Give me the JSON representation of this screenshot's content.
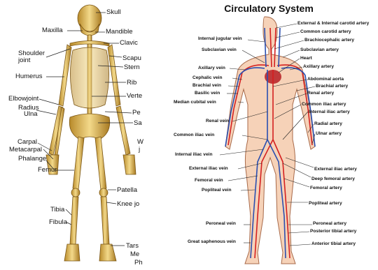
{
  "skeleton": {
    "labels": {
      "skull": "Skull",
      "maxilla": "Maxilla",
      "mandible": "Mandible",
      "clavicle": "Clavic",
      "shoulder_joint": "Shoulder\njoint",
      "scapula": "Scapu",
      "sternum": "Stern",
      "humerus": "Humerus",
      "rib": "Rib",
      "vertebra": "Verte",
      "elbow_joint": "Elbowjoint",
      "radius": "Radius",
      "ulna": "Ulna",
      "pelvis": "Pe",
      "sacrum": "Sa",
      "carpal": "Carpal",
      "metacarpal": "Metacarpal",
      "phalange": "Phalange",
      "w": "W",
      "j": "j",
      "femur": "Femur",
      "patella": "Patella",
      "knee_joint": "Knee jo",
      "tibia": "Tibia",
      "fibula": "Fibula",
      "tarsal": "Tars",
      "me": "Me",
      "ph": "Ph"
    }
  },
  "circulatory": {
    "title": "Circulatory System",
    "left_labels": {
      "internal_jugular_vein": "Internal jugular vein",
      "subclavian_vein": "Subclavian vein",
      "axillary_vein": "Axillary vein",
      "cephalic_vein": "Cephalic vein",
      "brachial_vein": "Brachial vein",
      "basilic_vein": "Basilic vein",
      "median_cubital_vein": "Median cubital vein",
      "renal_vein": "Renal vein",
      "common_iliac_vein": "Common iliac vein",
      "internal_iliac_vein": "Internal iliac vein",
      "external_iliac_vein": "External iliac vein",
      "femoral_vein": "Femoral vein",
      "popliteal_vein": "Popliteal vein",
      "peroneal_vein": "Peroneal vein",
      "great_saphenous_vein": "Great saphenous vein"
    },
    "right_labels": {
      "external_internal_carotid_artery": "External & Internal carotid artery",
      "common_carotid_artery": "Common carotid artery",
      "brachiocephalic_artery": "Brachiocephalic artery",
      "subclavian_artery": "Subclavian artery",
      "heart": "Heart",
      "axillary_artery": "Axillary artery",
      "abdominal_aorta": "Abdominal aorta",
      "brachial_artery": "Brachial artery",
      "renal_artery": "Renal artery",
      "common_iliac_artery": "Common iliac artery",
      "internal_iliac_artery": "Internal iliac artery",
      "radial_artery": "Radial artery",
      "ulnar_artery": "Ulnar artery",
      "external_iliac_artery": "External iliac artery",
      "deep_femoral_artery": "Deep femoral artery",
      "femoral_artery": "Femoral artery",
      "popliteal_artery": "Popliteal artery",
      "peroneal_artery": "Peroneal artery",
      "posterior_tibial_artery": "Posterior tibial artery",
      "anterior_tibial_artery": "Anterior tibial artery"
    },
    "colors": {
      "artery": "#d42020",
      "vein": "#2a4fb0",
      "skin": "#f6d2b8",
      "skin_outline": "#a86a4a",
      "heart": "#c0393a"
    }
  }
}
